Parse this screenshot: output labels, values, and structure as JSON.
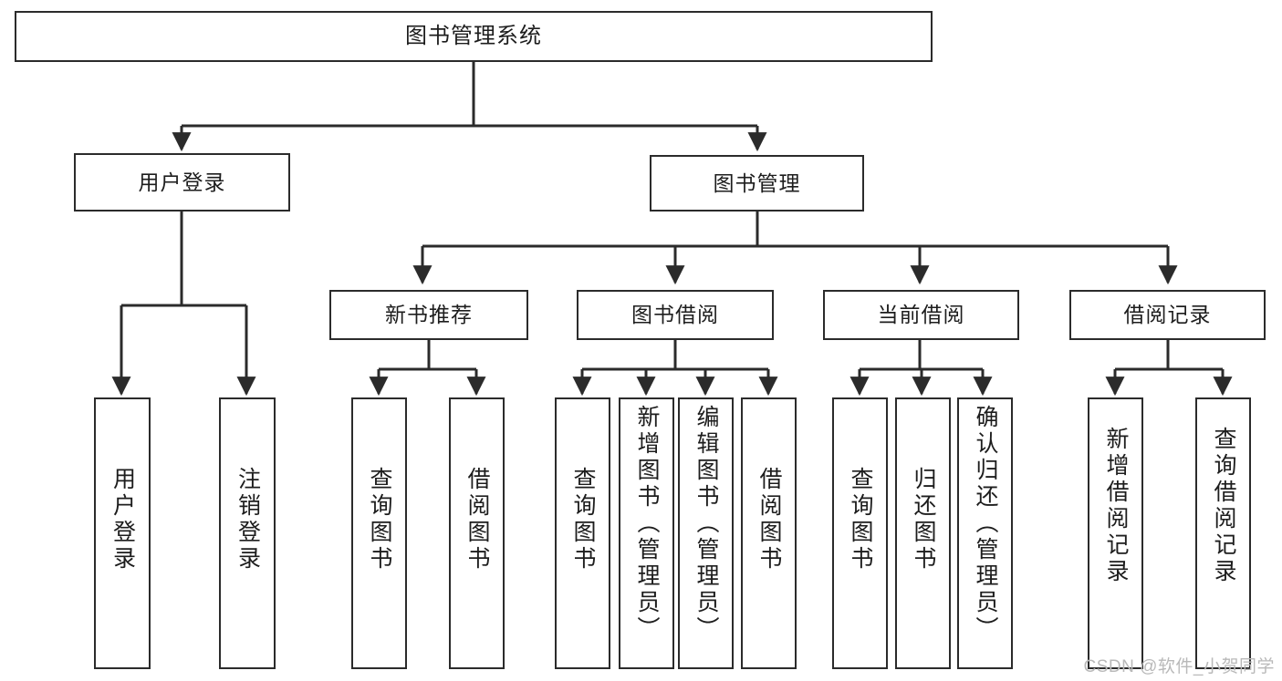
{
  "diagram": {
    "title": "图书管理系统",
    "watermark": "CSDN @软件_小贺同学",
    "colors": {
      "stroke": "#2b2b2b",
      "box_fill": "#ffffff",
      "text": "#1d1d1d",
      "watermark": "#b9b9b9",
      "background": "#ffffff"
    },
    "root": {
      "label": "图书管理系统"
    },
    "level2": [
      {
        "label": "用户登录"
      },
      {
        "label": "图书管理"
      }
    ],
    "level3": [
      {
        "label": "新书推荐"
      },
      {
        "label": "图书借阅"
      },
      {
        "label": "当前借阅"
      },
      {
        "label": "借阅记录"
      }
    ],
    "leaves": {
      "user_login": [
        {
          "label": "用户登录"
        },
        {
          "label": "注销登录"
        }
      ],
      "new_book_recommend": [
        {
          "label": "查询图书"
        },
        {
          "label": "借阅图书"
        }
      ],
      "book_borrow": [
        {
          "label": "查询图书"
        },
        {
          "label": "新增图书（管理员）"
        },
        {
          "label": "编辑图书（管理员）"
        },
        {
          "label": "借阅图书"
        }
      ],
      "current_borrow": [
        {
          "label": "查询图书"
        },
        {
          "label": "归还图书"
        },
        {
          "label": "确认归还（管理员）"
        }
      ],
      "borrow_records": [
        {
          "label": "新增借阅记录"
        },
        {
          "label": "查询借阅记录"
        }
      ]
    }
  }
}
